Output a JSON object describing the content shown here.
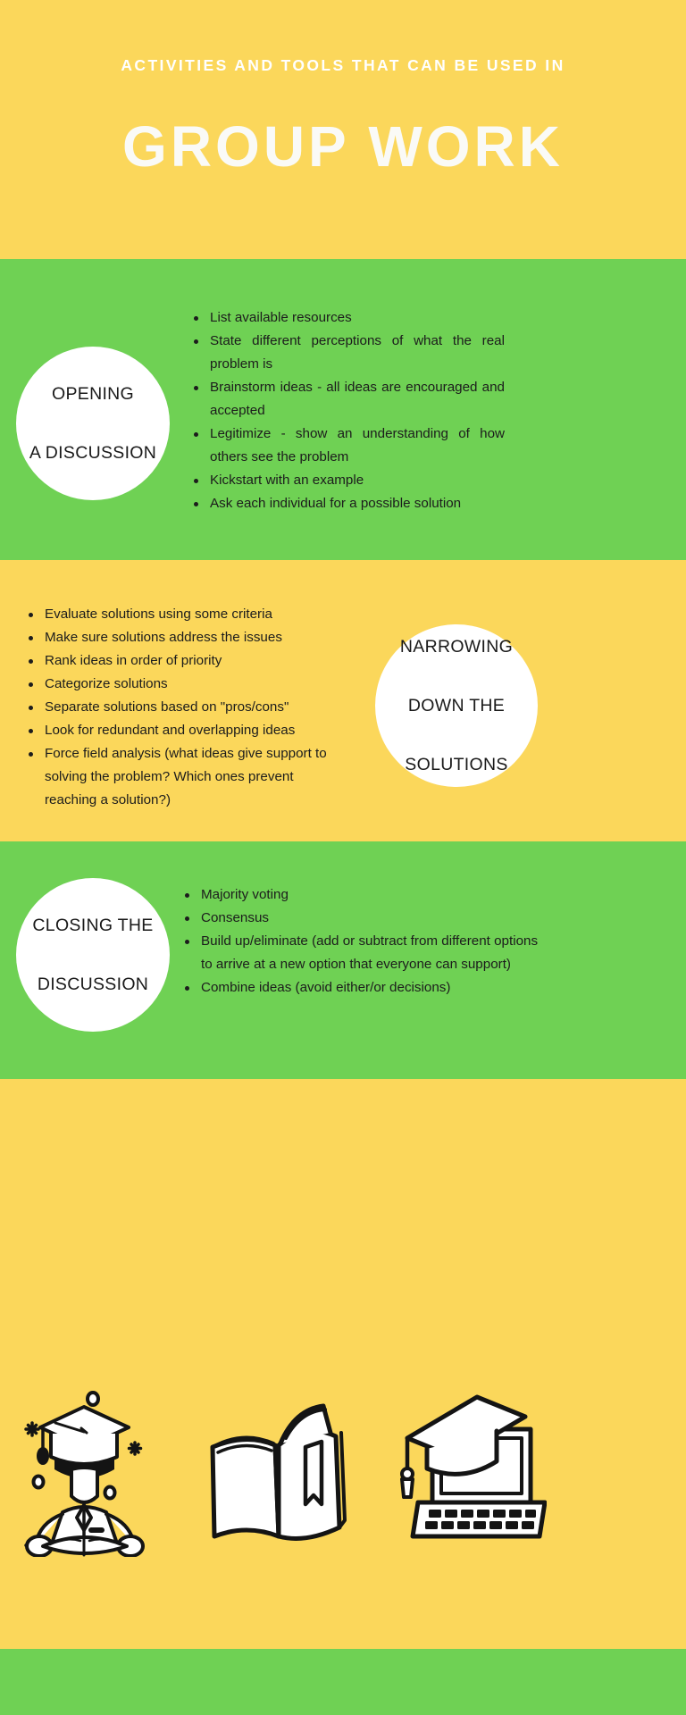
{
  "header": {
    "kicker": "ACTIVITIES AND TOOLS THAT CAN BE USED IN",
    "title": "GROUP WORK"
  },
  "sections": [
    {
      "circle_label_line1": "OPENING",
      "circle_label_line2": "A DISCUSSION",
      "background": "#6FD154",
      "items": [
        "List available resources",
        "State different perceptions of what the real problem is",
        "Brainstorm ideas - all ideas are encouraged and accepted",
        "Legitimize - show an understanding of how others see the problem",
        "Kickstart with an example",
        "Ask each individual for a possible solution"
      ]
    },
    {
      "circle_label_line1": "NARROWING",
      "circle_label_line2": "DOWN THE",
      "circle_label_line3": "SOLUTIONS",
      "background": "#FBD75B",
      "items": [
        "Evaluate solutions using some criteria",
        "Make sure solutions address the issues",
        "Rank ideas in order of priority",
        "Categorize solutions",
        "Separate solutions based on \"pros/cons\"",
        "Look for redundant and overlapping ideas",
        "Force field analysis (what ideas give support to solving the problem? Which ones prevent reaching a solution?)"
      ]
    },
    {
      "circle_label_line1": "CLOSING THE",
      "circle_label_line2": "DISCUSSION",
      "background": "#6FD154",
      "items": [
        "Majority voting",
        "Consensus",
        "Build up/eliminate (add or subtract from different options to arrive at a new option that everyone can support)",
        "Combine ideas (avoid either/or decisions)"
      ]
    }
  ],
  "illustrations": [
    {
      "name": "graduate-student-reading-icon"
    },
    {
      "name": "open-book-icon"
    },
    {
      "name": "graduation-cap-laptop-icon"
    }
  ],
  "colors": {
    "yellow": "#FBD75B",
    "green": "#6FD154",
    "white": "#FFFFFF",
    "text": "#1C1C1C"
  }
}
